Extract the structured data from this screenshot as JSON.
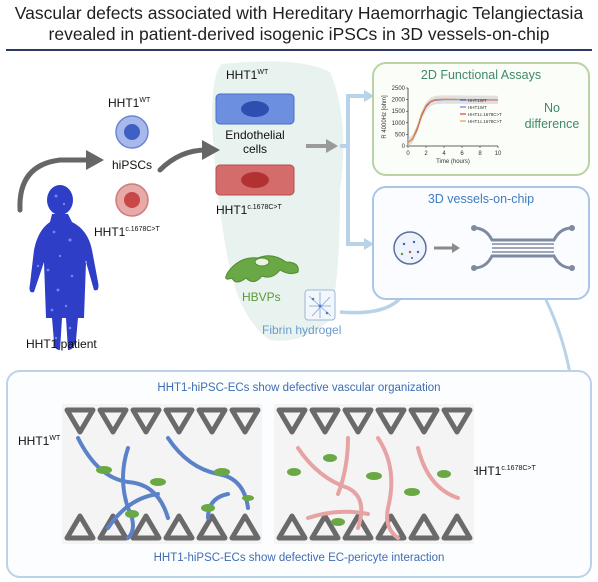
{
  "title": {
    "line1": "Vascular defects associated with Hereditary Haemorrhagic Telangiectasia",
    "line2": "revealed in patient-derived isogenic iPSCs in 3D vessels-on-chip"
  },
  "left": {
    "wt_label": "HHT1",
    "wt_sup": "WT",
    "hipsc_label": "hiPSCs",
    "mut_label": "HHT1",
    "mut_sup": "c.1678C>T",
    "patient_label": "HHT1 patient"
  },
  "middle": {
    "wt_label": "HHT1",
    "wt_sup": "WT",
    "ec_label_1": "Endothelial",
    "ec_label_2": "cells",
    "mut_label": "HHT1",
    "mut_sup": "c.1678C>T",
    "hbvp_label": "HBVPs",
    "fibrin_label": "Fibrin hydrogel"
  },
  "panel_2d": {
    "title": "2D Functional Assays",
    "result_line1": "No",
    "result_line2": "difference",
    "chart_data": {
      "type": "line",
      "xlabel": "Time (hours)",
      "ylabel": "R ",
      "ylabel_sub": "4000Hz",
      "ylabel_unit": "[ohm]",
      "xlim": [
        0,
        10
      ],
      "ylim": [
        0,
        2500
      ],
      "xticks": [
        "0",
        "2",
        "4",
        "6",
        "8",
        "10"
      ],
      "yticks": [
        "0",
        "500",
        "1000",
        "1500",
        "2000",
        "2500"
      ],
      "x": [
        0,
        0.5,
        1,
        1.5,
        2,
        2.5,
        3,
        4,
        5,
        6,
        7,
        8,
        9,
        10
      ],
      "series": [
        {
          "name": "HHT1WT",
          "color": "#3a55c8",
          "values": [
            150,
            300,
            700,
            1300,
            1700,
            1900,
            1980,
            2000,
            2000,
            2000,
            1990,
            1990,
            1990,
            1985
          ]
        },
        {
          "name": "HHT1WT",
          "color": "#8a6fd6",
          "values": [
            150,
            320,
            760,
            1360,
            1740,
            1920,
            2000,
            2010,
            2010,
            2005,
            2000,
            2000,
            1995,
            1990
          ]
        },
        {
          "name": "HHT1c.1678C>T",
          "color": "#d64545",
          "values": [
            150,
            310,
            720,
            1320,
            1720,
            1910,
            1990,
            2010,
            2005,
            2000,
            2000,
            1995,
            1990,
            1990
          ]
        },
        {
          "name": "HHT1c.1678C>T",
          "color": "#e89a48",
          "values": [
            150,
            330,
            780,
            1380,
            1760,
            1930,
            2010,
            2020,
            2015,
            2010,
            2005,
            2000,
            2000,
            1995
          ]
        }
      ]
    }
  },
  "panel_3d": {
    "title": "3D vessels-on-chip"
  },
  "bottom": {
    "title": "HHT1-hiPSC-ECs show defective vascular organization",
    "caption": "HHT1-hiPSC-ECs show defective EC-pericyte interaction",
    "wt_label": "HHT1",
    "wt_sup": "WT",
    "mut_label": "HHT1",
    "mut_sup": "c.1678C>T"
  },
  "colors": {
    "wt_blue": "#4a73c9",
    "mut_red": "#c85a5a",
    "pericyte_green": "#5a9a3a",
    "panel_green": "#b9d3a4",
    "panel_blue": "#a9c6e6",
    "arrow_gray": "#6a6a6a"
  }
}
